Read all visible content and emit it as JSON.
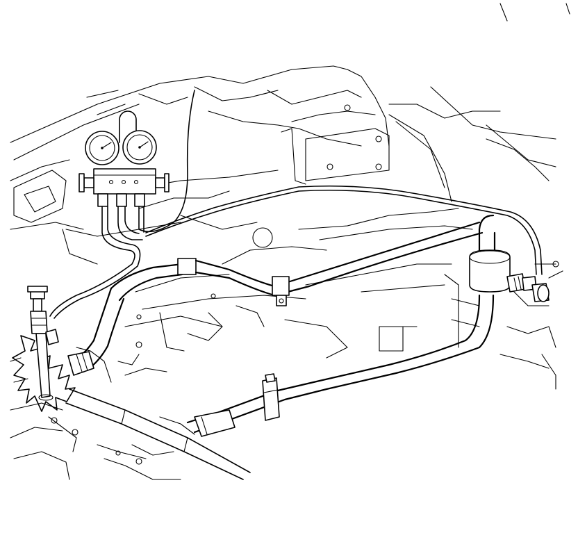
{
  "figure": {
    "description_text": "",
    "line_color": "#000000",
    "background_color": "#ffffff",
    "components": [
      {
        "name": "manifold-gauge-set",
        "icon": "gauge-icon"
      },
      {
        "name": "refrigerant-hoses",
        "icon": "hose-icon"
      },
      {
        "name": "service-port-valve-left",
        "icon": "valve-icon"
      },
      {
        "name": "service-port-valve-right",
        "icon": "valve-icon"
      },
      {
        "name": "ac-line-assembly",
        "icon": "pipe-icon"
      },
      {
        "name": "line-clamp",
        "icon": "clamp-icon"
      },
      {
        "name": "accumulator-fitting",
        "icon": "fitting-icon"
      },
      {
        "name": "vehicle-body-structure",
        "icon": "frame-icon"
      }
    ]
  }
}
